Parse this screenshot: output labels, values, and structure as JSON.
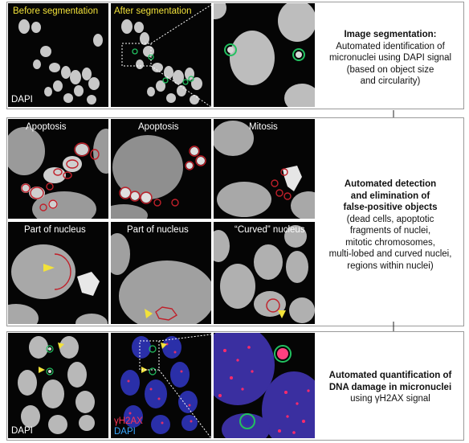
{
  "panel1": {
    "labels": [
      "Before segmentation",
      "After segmentation"
    ],
    "stain": "DAPI",
    "title": "Image segmentation:",
    "body": [
      "Automated identification of",
      "micronuclei using DAPI signal",
      "(based on object size",
      "and circularity)"
    ]
  },
  "panel2": {
    "top_labels": [
      "Apoptosis",
      "Apoptosis",
      "Mitosis"
    ],
    "bottom_labels": [
      "Part of nucleus",
      "Part of nucleus",
      "“Curved” nucleus"
    ],
    "title": [
      "Automated detection",
      "and elimination of",
      "false-positive objects"
    ],
    "body": [
      "(dead cells, apoptotic",
      "fragments of nuclei,",
      "mitotic chromosomes,",
      "multi-lobed and curved nuclei,",
      "regions within nuclei)"
    ]
  },
  "panel3": {
    "stain_left": "DAPI",
    "stain_mid_top": "γH2AX",
    "stain_mid_bottom": "DAPI",
    "title": [
      "Automated quantification of",
      "DNA damage in micronuclei"
    ],
    "body": "using γH2AX signal"
  },
  "colors": {
    "label_yellow": "#f2e23a",
    "outline_green": "#22c060",
    "outline_red": "#c0202a",
    "gh2ax": "#ff3355",
    "dapi_blue": "#3aa8ff"
  }
}
